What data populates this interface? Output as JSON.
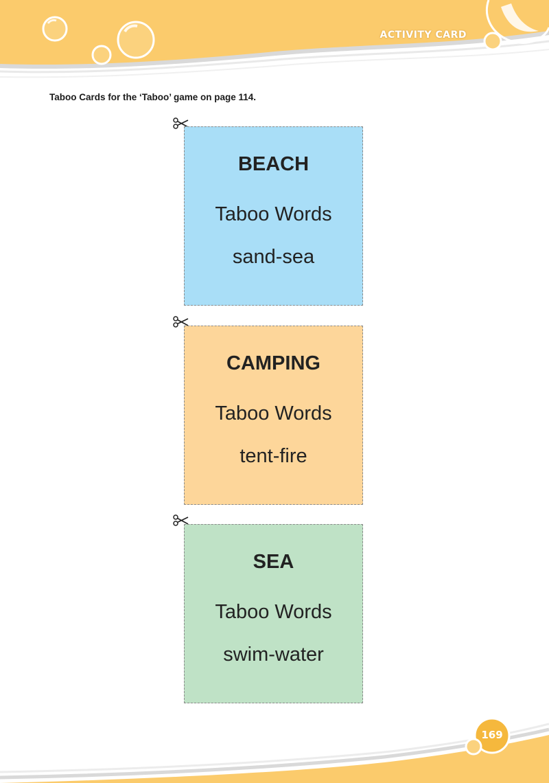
{
  "header": {
    "label": "ACTIVITY CARD"
  },
  "intro": "Taboo Cards for the ‘Taboo’ game on page 114.",
  "cards": [
    {
      "word": "BEACH",
      "taboo_title": "Taboo Words",
      "taboo_words": "sand-sea",
      "color": "#a9def7"
    },
    {
      "word": "CAMPING",
      "taboo_title": "Taboo Words",
      "taboo_words": "tent-fire",
      "color": "#fdd69a"
    },
    {
      "word": "SEA",
      "taboo_title": "Taboo Words",
      "taboo_words": "swim-water",
      "color": "#bfe2c6"
    }
  ],
  "footer": {
    "page_number": "169"
  },
  "colors": {
    "accent": "#fbcb6c",
    "accent_dark": "#f5b83d"
  }
}
